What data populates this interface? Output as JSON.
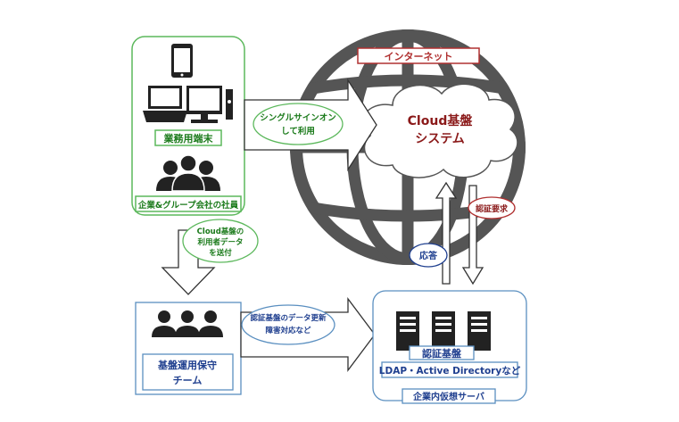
{
  "internet_label": "インターネット",
  "cloud": {
    "line1": "Cloud基盤",
    "line2": "システム"
  },
  "terminal_label": "業務用端末",
  "staff_label": "企業&グループ会社の社員",
  "sso_bubble": {
    "line1": "シングルサインオン",
    "line2": "して利用"
  },
  "send_bubble": {
    "line1": "Cloud基盤の",
    "line2": "利用者データ",
    "line3": "を送付"
  },
  "ops_team": {
    "line1": "基盤運用保守",
    "line2": "チーム"
  },
  "maint_bubble": {
    "line1": "認証基盤のデータ更新",
    "line2": "障害対応など"
  },
  "response_label": "応答",
  "auth_request_label": "認証要求",
  "auth_base_label": "認証基盤",
  "ldap_label": "LDAP・Active Directoryなど",
  "virtual_server_label": "企業内仮想サーバ",
  "colors": {
    "green": "#5cb85c",
    "text_green": "#1a7a1a",
    "red": "#b03030",
    "navy": "#1f3f8f",
    "blue_border": "#5a8fc0",
    "gray": "#555555"
  }
}
